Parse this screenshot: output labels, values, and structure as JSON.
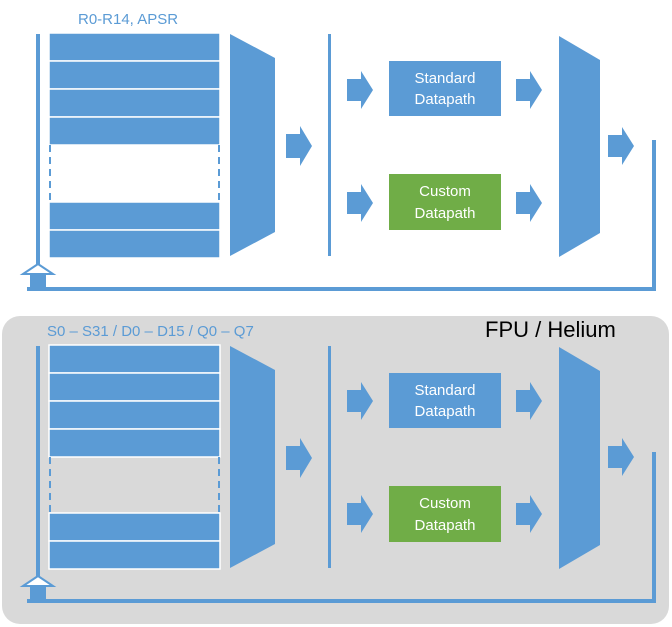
{
  "top_section": {
    "register_label": "R0-R14, APSR",
    "standard_datapath": [
      "Standard",
      "Datapath"
    ],
    "custom_datapath": [
      "Custom",
      "Datapath"
    ]
  },
  "bottom_section": {
    "title": "FPU / Helium",
    "register_label": "S0 – S31 / D0 – D15 / Q0 – Q7",
    "standard_datapath": [
      "Standard",
      "Datapath"
    ],
    "custom_datapath": [
      "Custom",
      "Datapath"
    ]
  },
  "colors": {
    "blue": "#5B9BD5",
    "blue_dark": "#41719C",
    "green": "#70AD47",
    "panel": "#D9D9D9",
    "label_blue": "#5B9BD5",
    "title": "#000000"
  }
}
